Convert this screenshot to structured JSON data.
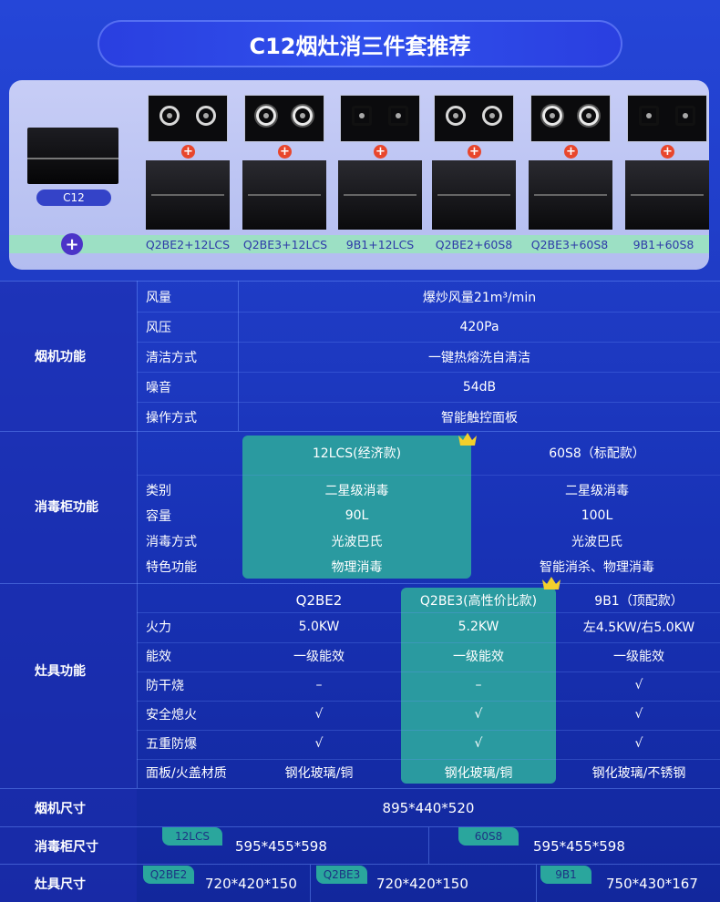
{
  "title": "C12烟灶消三件套推荐",
  "hood_label": "C12",
  "plus_symbol": "+",
  "combos": [
    "Q2BE2+12LCS",
    "Q2BE3+12LCS",
    "9B1+12LCS",
    "Q2BE2+60S8",
    "Q2BE3+60S8",
    "9B1+60S8"
  ],
  "hood_section": {
    "label": "烟机功能",
    "rows": [
      {
        "name": "风量",
        "value": "爆炒风量21m³/min"
      },
      {
        "name": "风压",
        "value": "420Pa"
      },
      {
        "name": "清洁方式",
        "value": "一键热熔洗自清洁"
      },
      {
        "name": "噪音",
        "value": "54dB"
      },
      {
        "name": "操作方式",
        "value": "智能触控面板"
      }
    ]
  },
  "cabinet_section": {
    "label": "消毒柜功能",
    "headers": [
      "12LCS(经济款)",
      "60S8（标配款）"
    ],
    "rows": [
      {
        "name": "类别",
        "values": [
          "二星级消毒",
          "二星级消毒"
        ]
      },
      {
        "name": "容量",
        "values": [
          "90L",
          "100L"
        ]
      },
      {
        "name": "消毒方式",
        "values": [
          "光波巴氏",
          "光波巴氏"
        ]
      },
      {
        "name": "特色功能",
        "values": [
          "物理消毒",
          "智能消杀、物理消毒"
        ]
      }
    ]
  },
  "stove_section": {
    "label": "灶具功能",
    "headers": [
      "Q2BE2",
      "Q2BE3(高性价比款)",
      "9B1（顶配款）"
    ],
    "rows": [
      {
        "name": "火力",
        "values": [
          "5.0KW",
          "5.2KW",
          "左4.5KW/右5.0KW"
        ]
      },
      {
        "name": "能效",
        "values": [
          "一级能效",
          "一级能效",
          "一级能效"
        ]
      },
      {
        "name": "防干烧",
        "values": [
          "–",
          "–",
          "√"
        ]
      },
      {
        "name": "安全熄火",
        "values": [
          "√",
          "√",
          "√"
        ]
      },
      {
        "name": "五重防爆",
        "values": [
          "√",
          "√",
          "√"
        ]
      },
      {
        "name": "面板/火盖材质",
        "values": [
          "钢化玻璃/铜",
          "钢化玻璃/铜",
          "钢化玻璃/不锈钢"
        ]
      }
    ]
  },
  "sizes": {
    "hood_label": "烟机尺寸",
    "hood_value": "895*440*520",
    "cabinet_label": "消毒柜尺寸",
    "cabinet": [
      {
        "tag": "12LCS",
        "value": "595*455*598"
      },
      {
        "tag": "60S8",
        "value": "595*455*598"
      }
    ],
    "stove_label": "灶具尺寸",
    "stove": [
      {
        "tag": "Q2BE2",
        "value": "720*420*150"
      },
      {
        "tag": "Q2BE3",
        "value": "720*420*150"
      },
      {
        "tag": "9B1",
        "value": "750*430*167"
      }
    ]
  },
  "colors": {
    "background": "#1f3cc6",
    "highlight": "#2a9aa0",
    "combo_strip": "#9ce0c4",
    "burner_badge": "#e8462c",
    "crown": "#f2cf2c"
  }
}
